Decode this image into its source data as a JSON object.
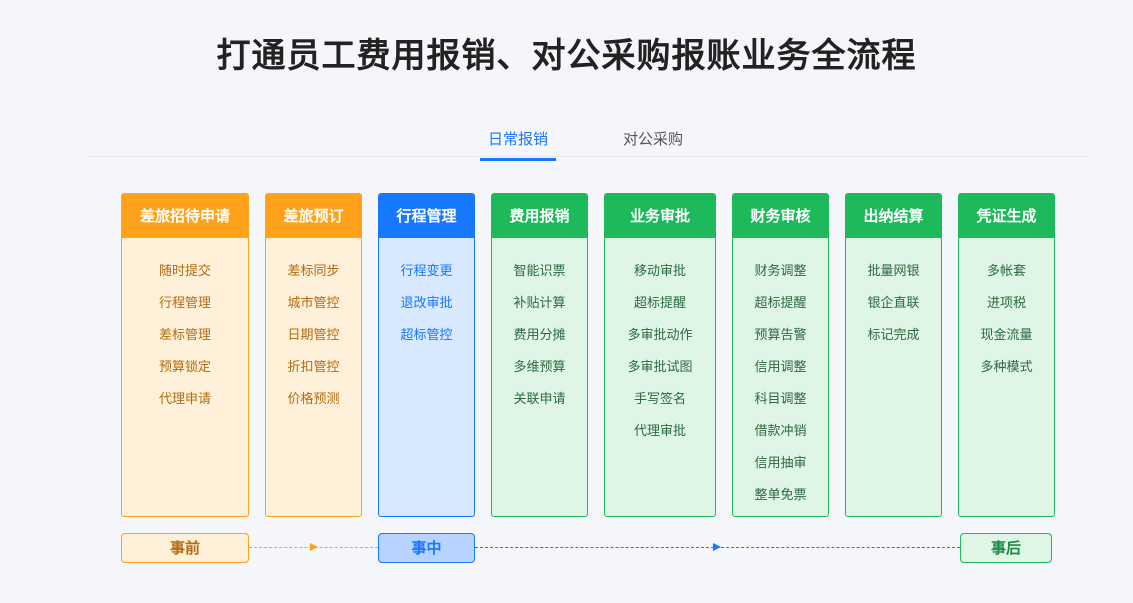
{
  "title": "打通员工费用报销、对公采购报账业务全流程",
  "tabs": [
    {
      "label": "日常报销",
      "active": true
    },
    {
      "label": "对公采购",
      "active": false
    }
  ],
  "colors": {
    "orange": "#ffa11a",
    "blue": "#1677ff",
    "green": "#1db95a"
  },
  "columns": [
    {
      "title": "差旅招待申请",
      "theme": "orange",
      "items": [
        "随时提交",
        "行程管理",
        "差标管理",
        "预算锁定",
        "代理申请"
      ]
    },
    {
      "title": "差旅预订",
      "theme": "orange",
      "items": [
        "差标同步",
        "城市管控",
        "日期管控",
        "折扣管控",
        "价格预测"
      ]
    },
    {
      "title": "行程管理",
      "theme": "blue",
      "items": [
        "行程变更",
        "退改审批",
        "超标管控"
      ]
    },
    {
      "title": "费用报销",
      "theme": "green",
      "items": [
        "智能识票",
        "补贴计算",
        "费用分摊",
        "多维预算",
        "关联申请"
      ]
    },
    {
      "title": "业务审批",
      "theme": "green",
      "items": [
        "移动审批",
        "超标提醒",
        "多审批动作",
        "多审批试图",
        "手写签名",
        "代理审批"
      ]
    },
    {
      "title": "财务审核",
      "theme": "green",
      "items": [
        "财务调整",
        "超标提醒",
        "预算告警",
        "信用调整",
        "科目调整",
        "借款冲销",
        "信用抽审",
        "整单免票"
      ]
    },
    {
      "title": "出纳结算",
      "theme": "green",
      "items": [
        "批量网银",
        "银企直联",
        "标记完成"
      ]
    },
    {
      "title": "凭证生成",
      "theme": "green",
      "items": [
        "多帐套",
        "进项税",
        "现金流量",
        "多种模式"
      ]
    }
  ],
  "phases": [
    {
      "label": "事前",
      "theme": "orange"
    },
    {
      "label": "事中",
      "theme": "blue"
    },
    {
      "label": "事后",
      "theme": "green"
    }
  ]
}
